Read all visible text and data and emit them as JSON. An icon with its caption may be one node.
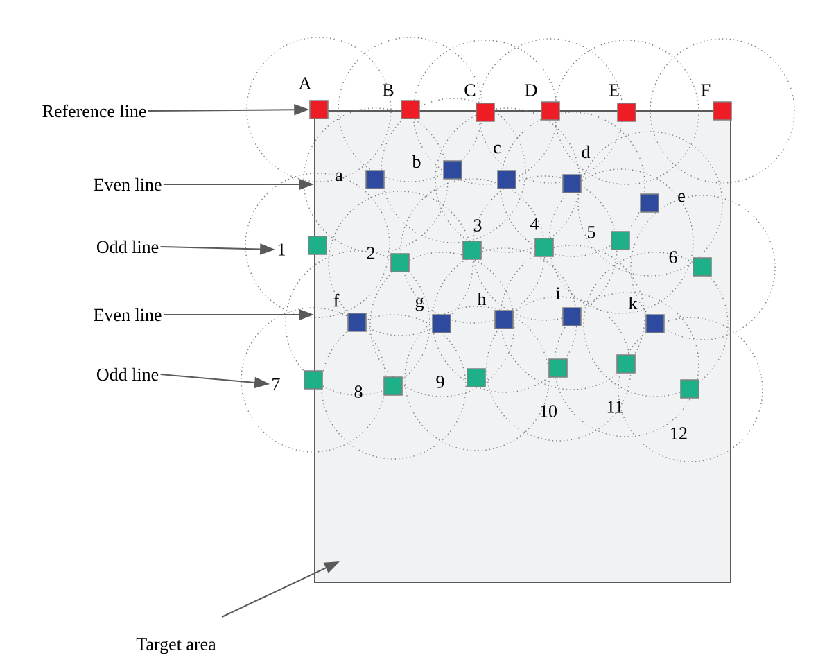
{
  "diagram": {
    "nodes": [
      {
        "text": [],
        "shape": "box"
      },
      {
        "text": [
          "Reference line"
        ]
      },
      {
        "text": [
          "Even line"
        ]
      },
      {
        "text": [
          "Odd line"
        ]
      },
      {
        "text": [
          "Even line"
        ]
      },
      {
        "text": [
          "Odd line"
        ]
      },
      {
        "text": [
          "Target area"
        ]
      },
      {
        "text": [
          "A"
        ]
      },
      {
        "text": [
          "B"
        ]
      },
      {
        "text": [
          "C"
        ]
      },
      {
        "text": [
          "D"
        ]
      },
      {
        "text": [
          "E"
        ]
      },
      {
        "text": [
          "F"
        ]
      },
      {
        "text": [
          "a"
        ],
        "in": 0
      },
      {
        "text": [
          "b"
        ],
        "in": 0
      },
      {
        "text": [
          "c"
        ],
        "in": 0
      },
      {
        "text": [
          "d"
        ],
        "in": 0
      },
      {
        "text": [
          "e"
        ],
        "in": 0
      },
      {
        "text": [
          "1"
        ]
      },
      {
        "text": [
          "2"
        ],
        "in": 0
      },
      {
        "text": [
          "3"
        ],
        "in": 0
      },
      {
        "text": [
          "4"
        ],
        "in": 0
      },
      {
        "text": [
          "5"
        ],
        "in": 0
      },
      {
        "text": [
          "6"
        ],
        "in": 0
      },
      {
        "text": [
          "f"
        ],
        "in": 0
      },
      {
        "text": [
          "g"
        ],
        "in": 0
      },
      {
        "text": [
          "h"
        ],
        "in": 0
      },
      {
        "text": [
          "i"
        ],
        "in": 0
      },
      {
        "text": [
          "k"
        ],
        "in": 0
      },
      {
        "text": [
          "7"
        ]
      },
      {
        "text": [
          "8"
        ],
        "in": 0
      },
      {
        "text": [
          "9"
        ],
        "in": 0
      },
      {
        "text": [
          "10"
        ],
        "in": 0
      },
      {
        "text": [
          "11"
        ],
        "in": 0
      },
      {
        "text": [
          "12"
        ],
        "in": 0
      }
    ],
    "edges": [
      {
        "from": 1,
        "to": 7,
        "arrow": "to"
      },
      {
        "from": 2,
        "to": 0,
        "arrow": "to"
      },
      {
        "from": 3,
        "to": 18,
        "arrow": "to"
      },
      {
        "from": 4,
        "to": 0,
        "arrow": "to"
      },
      {
        "from": 5,
        "to": 29,
        "arrow": "to"
      },
      {
        "from": 6,
        "to": 0,
        "arrow": "to"
      }
    ]
  }
}
